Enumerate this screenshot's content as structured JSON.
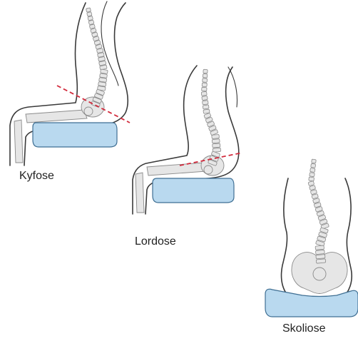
{
  "figures": [
    {
      "id": "kyfose",
      "label": "Kyfose"
    },
    {
      "id": "lordose",
      "label": "Lordose"
    },
    {
      "id": "skoliose",
      "label": "Skoliose"
    }
  ],
  "colors": {
    "cushion_fill": "#b9d9ef",
    "cushion_stroke": "#3f6f93",
    "body_stroke": "#3a3a3a",
    "bone_fill": "#e6e6e6",
    "bone_stroke": "#8a8a8a",
    "guide_line": "#d22a3c"
  }
}
